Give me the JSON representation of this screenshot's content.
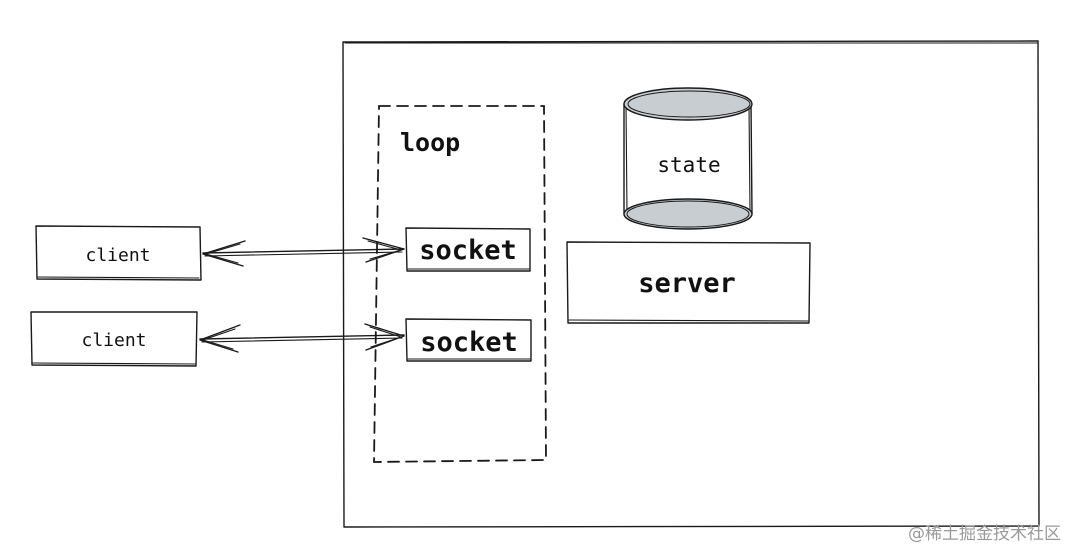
{
  "diagram": {
    "server_label": "server",
    "loop_label": "loop",
    "state_label": "state",
    "socket_top_label": "socket",
    "socket_bottom_label": "socket",
    "client_top_label": "client",
    "client_bottom_label": "client",
    "watermark": "@稀土掘金技术社区",
    "colors": {
      "stroke": "#1a1a1a",
      "cylinder_fill": "#c8cdd2",
      "background": "#ffffff"
    }
  }
}
